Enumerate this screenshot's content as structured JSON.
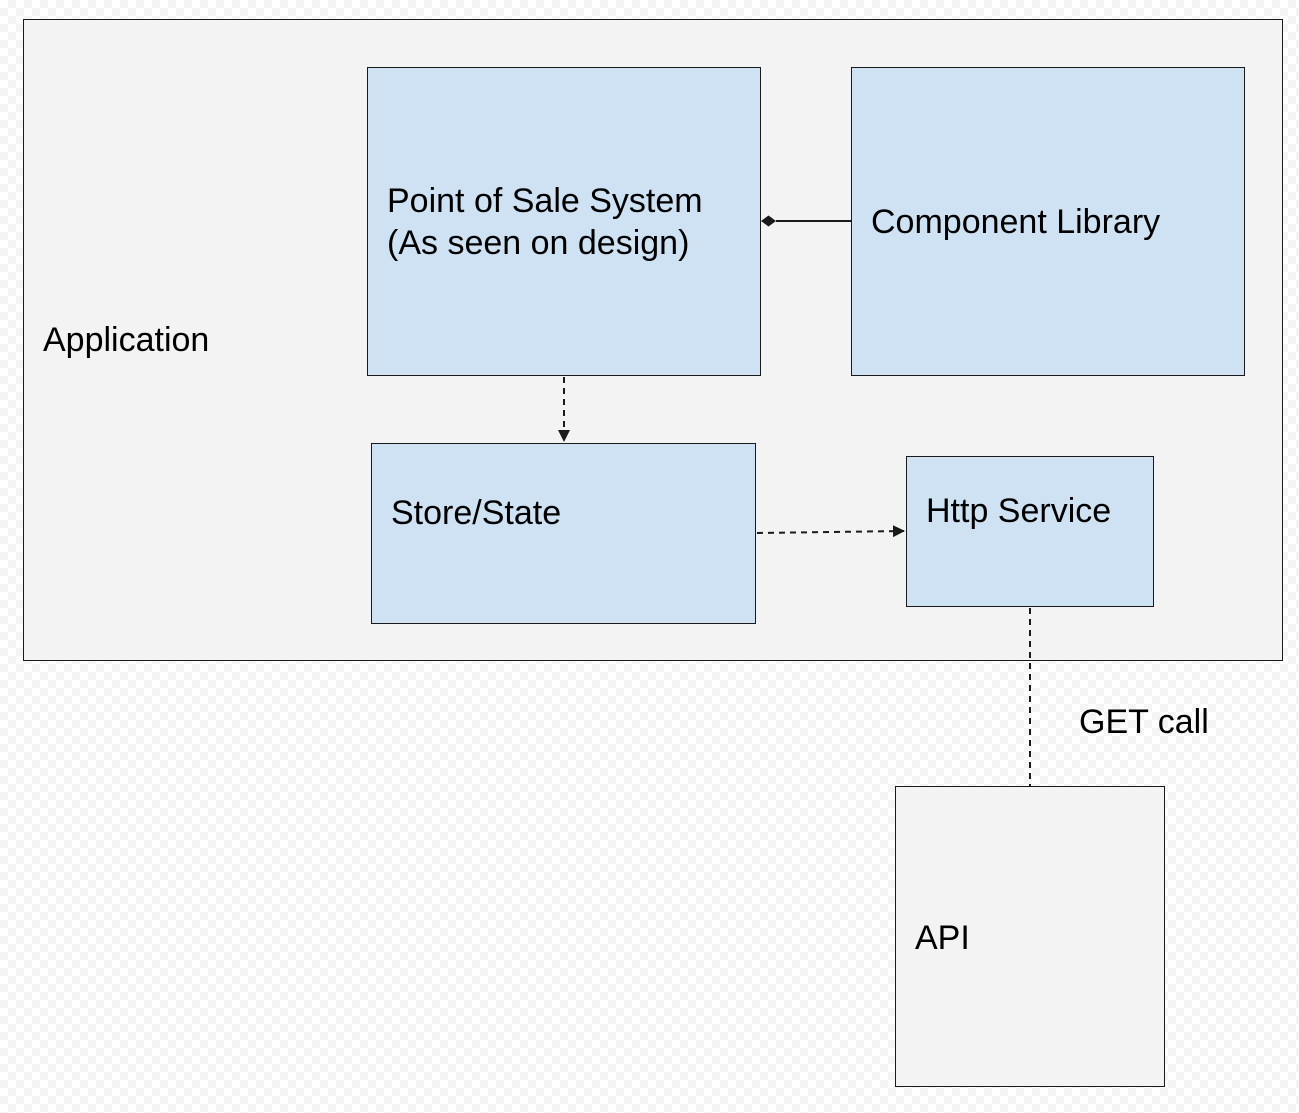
{
  "diagram": {
    "application": {
      "label": "Application"
    },
    "pos": {
      "line1": "Point of Sale System",
      "line2": "(As seen on design)"
    },
    "component_library": {
      "label": "Component Library"
    },
    "store": {
      "label": "Store/State"
    },
    "http_service": {
      "label": "Http Service"
    },
    "api": {
      "label": "API"
    },
    "get_call": {
      "label": "GET call"
    }
  },
  "colors": {
    "node_fill": "#cfe2f3",
    "container_fill": "#f3f3f3",
    "stroke": "#1a1a1a"
  }
}
